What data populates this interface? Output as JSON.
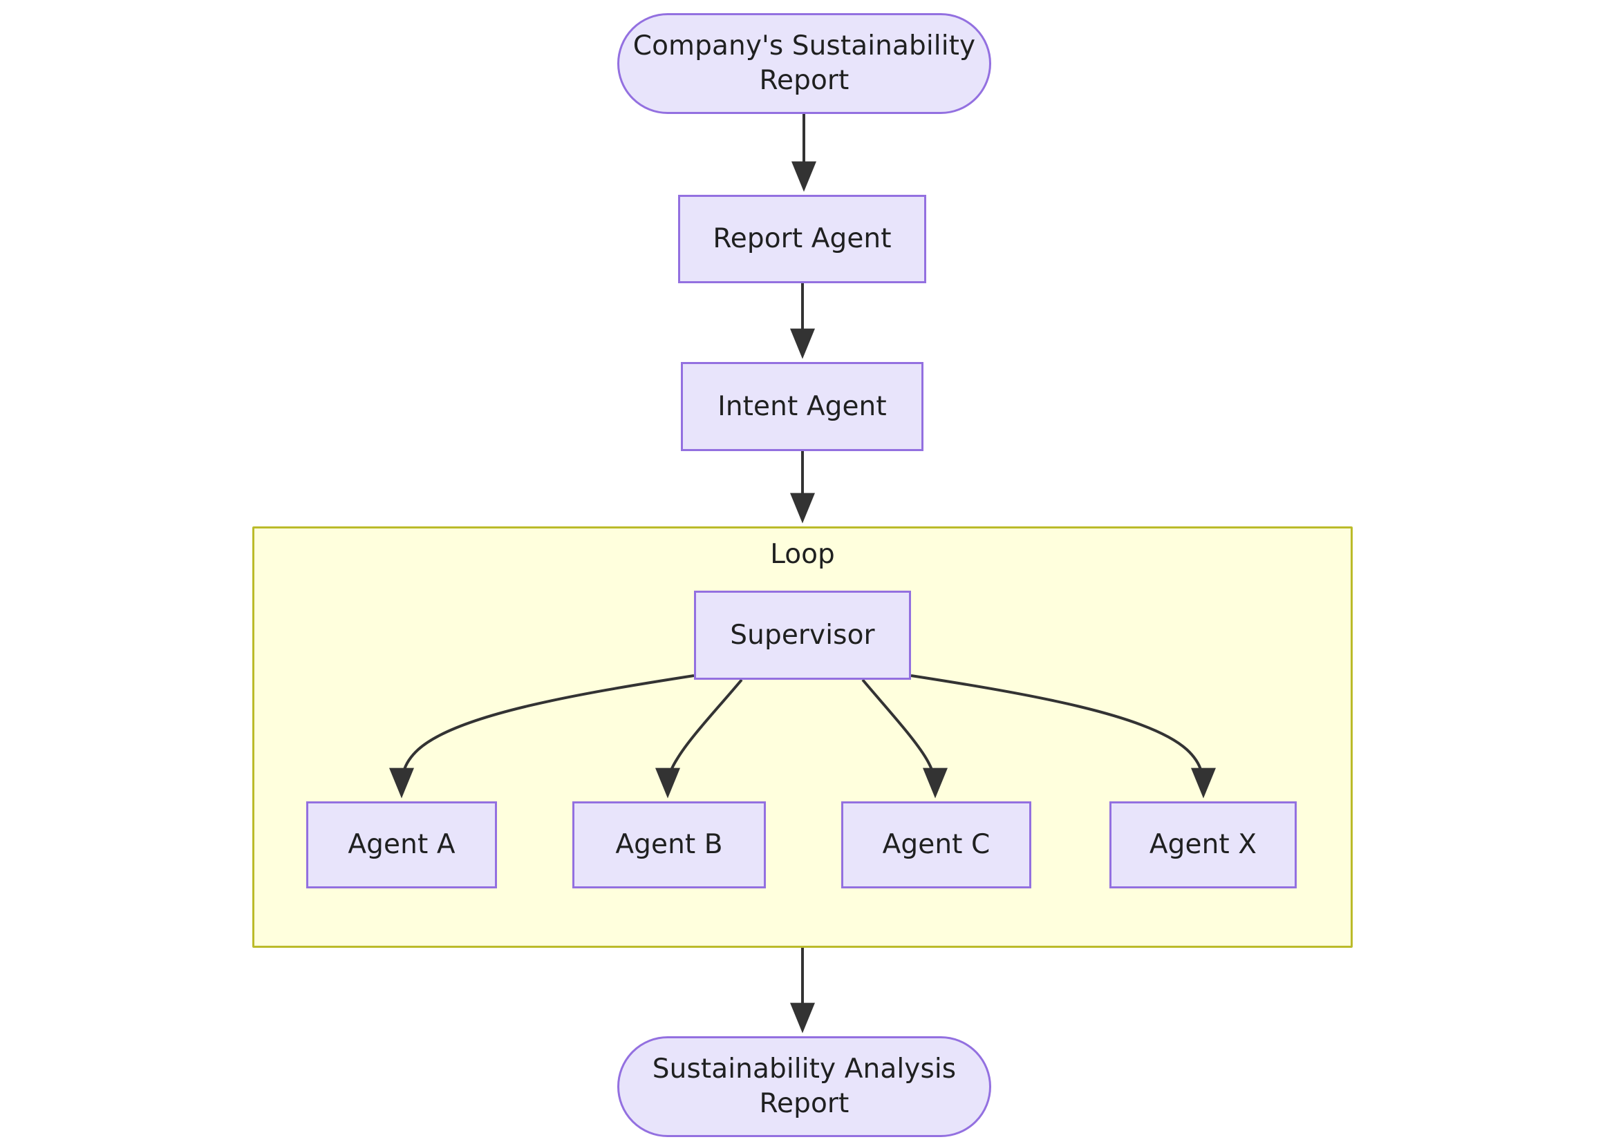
{
  "diagram": {
    "type": "flowchart",
    "direction": "top-to-bottom",
    "theme": {
      "node_fill": "#e8e4fb",
      "node_stroke": "#9370e0",
      "cluster_fill": "#ffffdd",
      "cluster_stroke": "#bbbb2a",
      "edge_stroke": "#333333",
      "text_color": "#1f2020",
      "background": "#ffffff"
    },
    "nodes": [
      {
        "id": "input",
        "label": "Company's Sustainability\nReport",
        "shape": "stadium"
      },
      {
        "id": "report",
        "label": "Report Agent",
        "shape": "rect"
      },
      {
        "id": "intent",
        "label": "Intent Agent",
        "shape": "rect"
      },
      {
        "id": "supervisor",
        "label": "Supervisor",
        "shape": "rect"
      },
      {
        "id": "agent_a",
        "label": "Agent A",
        "shape": "rect"
      },
      {
        "id": "agent_b",
        "label": "Agent B",
        "shape": "rect"
      },
      {
        "id": "agent_c",
        "label": "Agent C",
        "shape": "rect"
      },
      {
        "id": "agent_x",
        "label": "Agent X",
        "shape": "rect"
      },
      {
        "id": "output",
        "label": "Sustainability Analysis\nReport",
        "shape": "stadium"
      }
    ],
    "clusters": [
      {
        "id": "loop",
        "label": "Loop",
        "members": [
          "supervisor",
          "agent_a",
          "agent_b",
          "agent_c",
          "agent_x"
        ]
      }
    ],
    "edges": [
      {
        "from": "input",
        "to": "report",
        "label": "",
        "arrow": "arrow-head"
      },
      {
        "from": "report",
        "to": "intent",
        "label": "",
        "arrow": "arrow-head"
      },
      {
        "from": "intent",
        "to": "loop",
        "label": "",
        "arrow": "arrow-head"
      },
      {
        "from": "supervisor",
        "to": "agent_a",
        "label": "",
        "arrow": "arrow-head"
      },
      {
        "from": "supervisor",
        "to": "agent_b",
        "label": "",
        "arrow": "arrow-head"
      },
      {
        "from": "supervisor",
        "to": "agent_c",
        "label": "",
        "arrow": "arrow-head"
      },
      {
        "from": "supervisor",
        "to": "agent_x",
        "label": "",
        "arrow": "arrow-head"
      },
      {
        "from": "loop",
        "to": "output",
        "label": "",
        "arrow": "arrow-head"
      }
    ]
  }
}
